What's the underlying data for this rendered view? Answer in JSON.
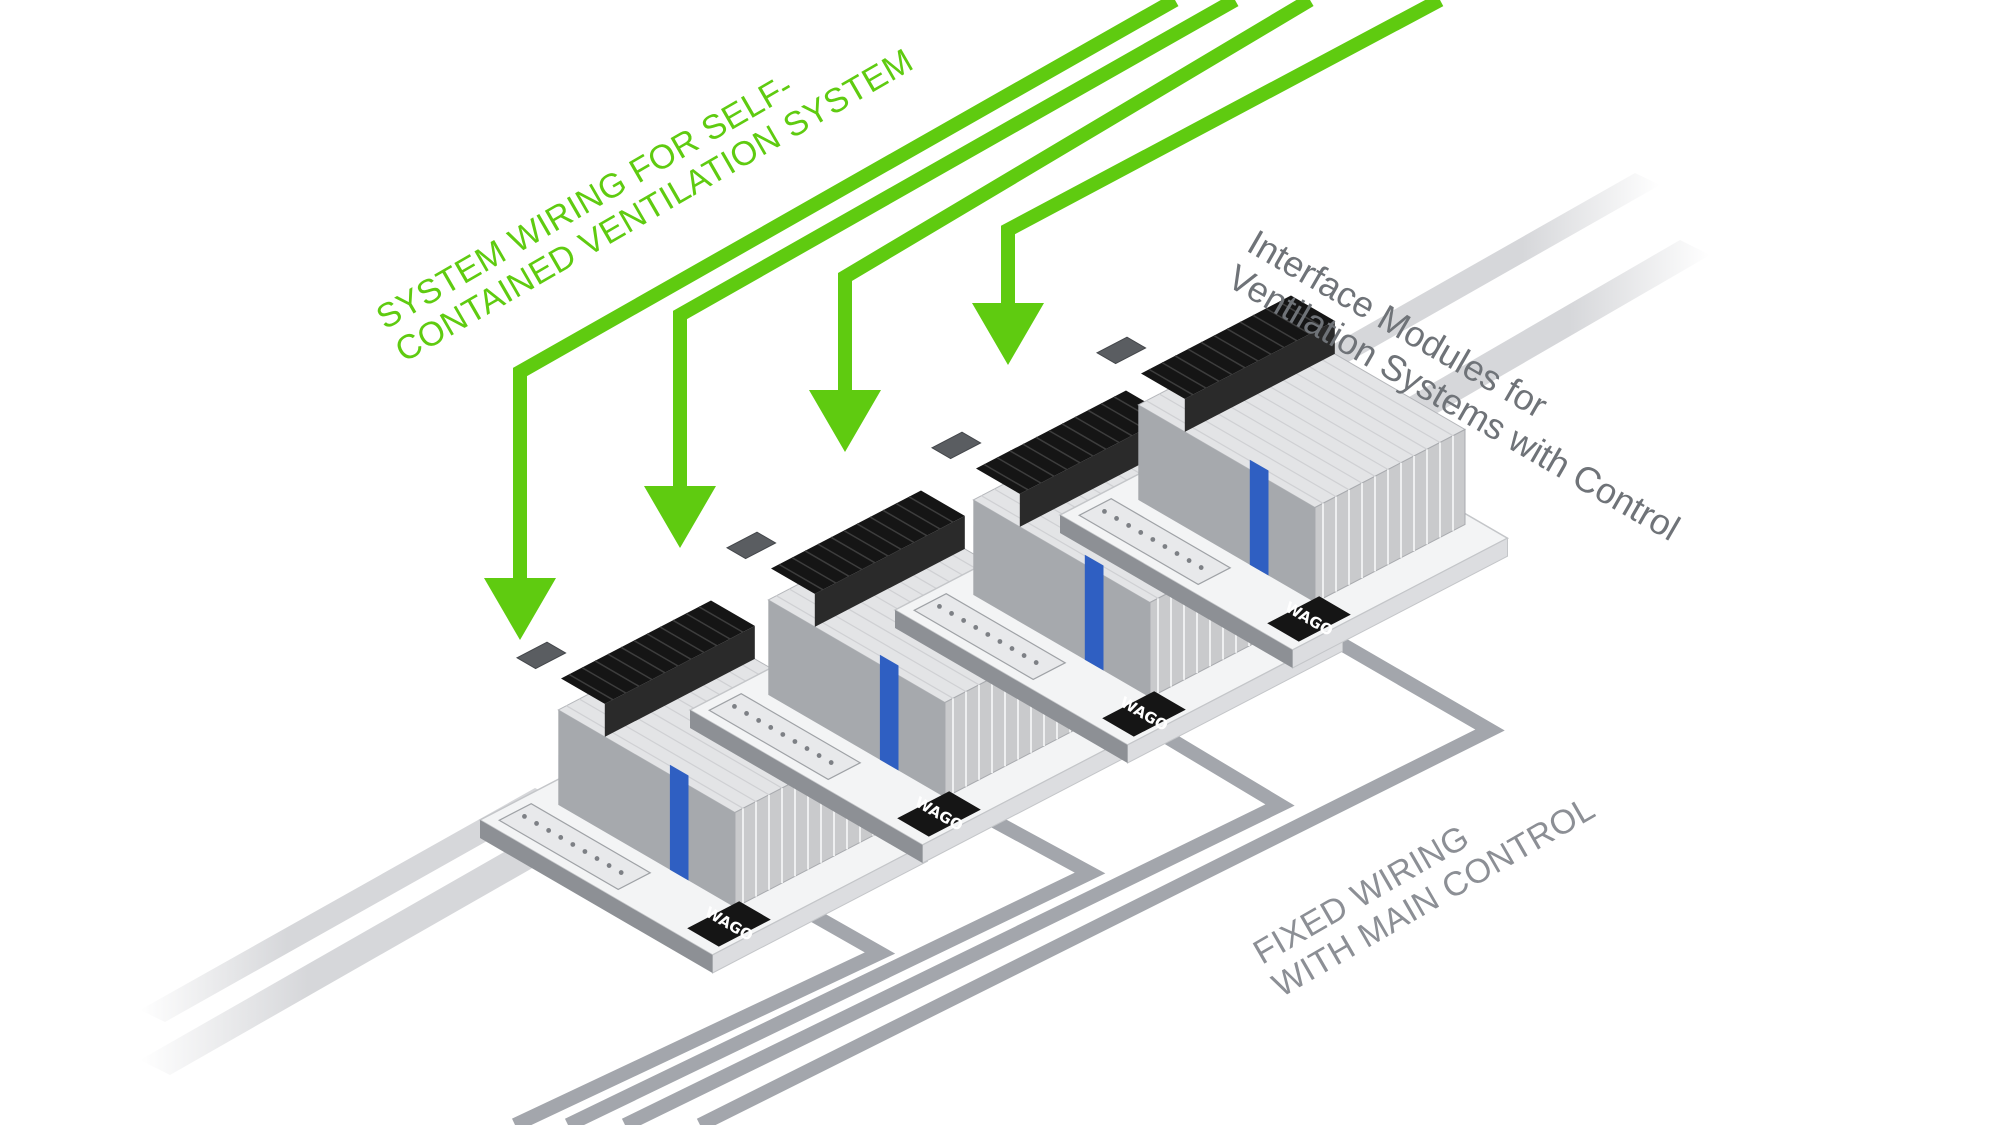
{
  "labels": {
    "system_wiring_line1": "SYSTEM WIRING FOR SELF-",
    "system_wiring_line2": "CONTAINED VENTILATION SYSTEM",
    "interface_line1": "Interface Modules for",
    "interface_line2": "Ventilation Systems with Control",
    "fixed_wiring_line1": "FIXED WIRING",
    "fixed_wiring_line2": "WITH MAIN CONTROL"
  },
  "modules": [
    {
      "logo": "WAGO"
    },
    {
      "logo": "WAGO"
    },
    {
      "logo": "WAGO"
    },
    {
      "logo": "WAGO"
    }
  ],
  "colors": {
    "system_wiring_arrow": "#5fcb10",
    "fixed_wiring_arrow": "#a3a6ac",
    "din_rail": "#d9dadc",
    "module_accent": "#2f5fc2",
    "module_black": "#151515",
    "terminal_gray": "#c9cacc"
  }
}
